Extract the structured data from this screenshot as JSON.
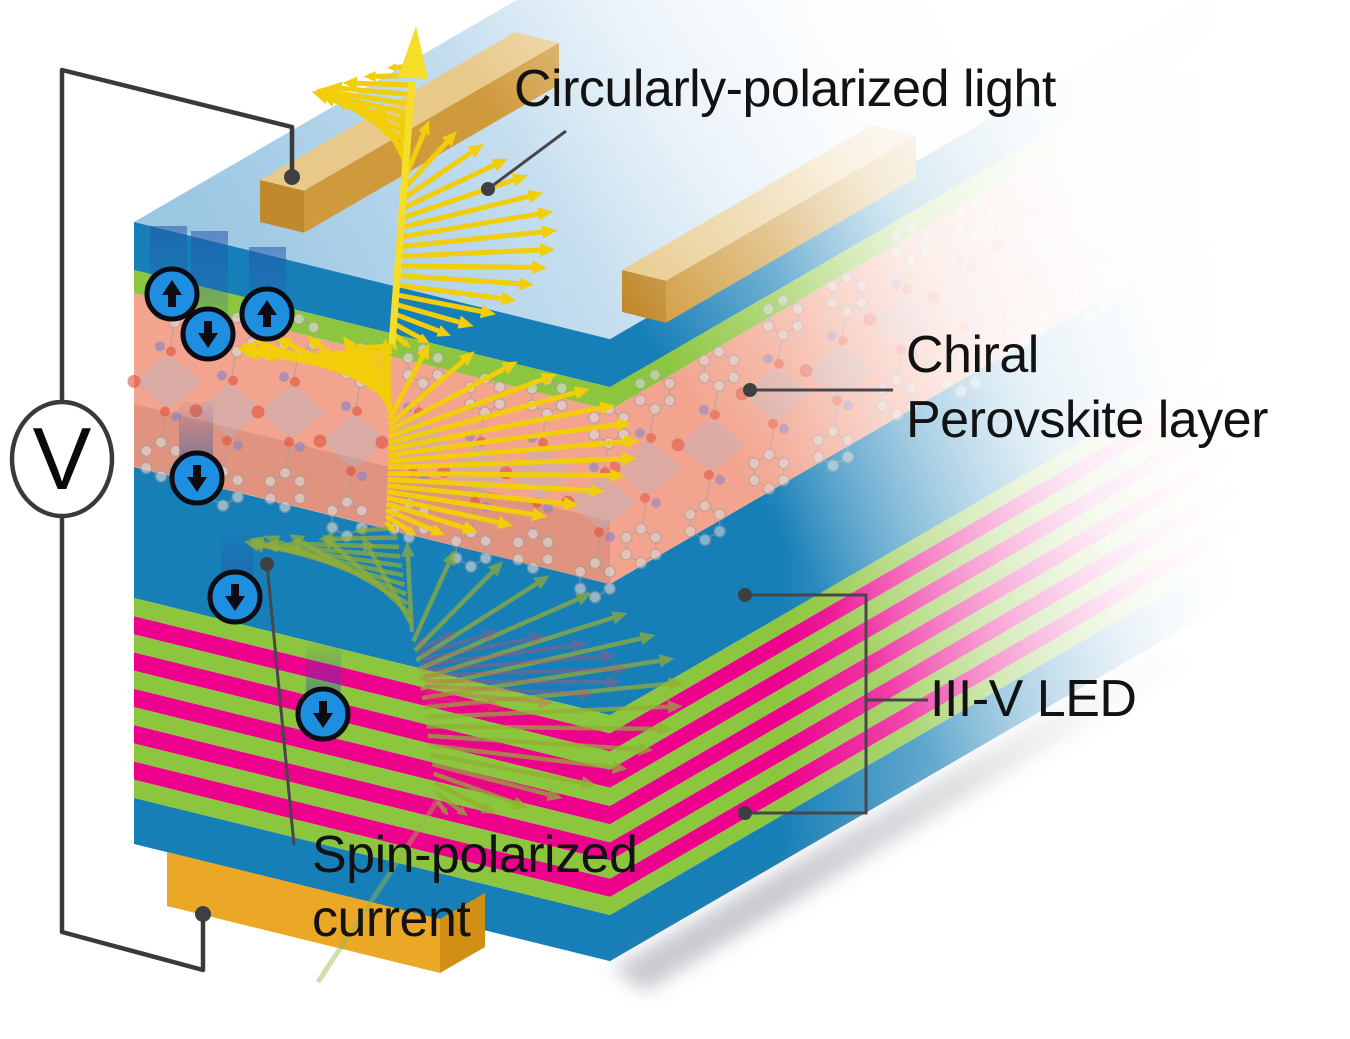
{
  "labels": {
    "circularly_polarized_light": "Circularly-polarized light",
    "chiral_line1": "Chiral",
    "chiral_line2": "Perovskite layer",
    "iii_v_led": "III-V LED",
    "spin_line1": "Spin-polarized",
    "spin_line2": "current",
    "voltmeter": "V"
  },
  "icons": {
    "voltmeter-icon": "letter V inside circle",
    "spin-up-icon": "black up arrow in blue circle",
    "spin-down-icon": "black down arrow in blue circle",
    "helix-icon": "helical fan of yellow arrows (circularly polarized light)",
    "light-emission-icon": "straight yellow up arrow",
    "connection-dot-icon": "filled dark circle on wire / leader line"
  },
  "colors": {
    "face_blue": "#177fb7",
    "green": "#8cc63e",
    "salmon": "#f2a48e",
    "magenta": "#ec008c",
    "gold_top": "#e8c98a",
    "gold_side": "#cf9a3c",
    "gold_end": "#c1892c",
    "slab_gold": "#eba827",
    "slab_gold_end": "#d18f16",
    "helix_yellow": "#f2cd0a",
    "helix_green": "#93ad35",
    "helix_red": "#e04a66",
    "big_arrow_yellow": "#f6de28",
    "spin_circle": "#1e8fe0",
    "wire": "#3a3a3c",
    "leader": "#47474a",
    "text": "#121212",
    "octahedra": "#b0b5cc",
    "atom_red": "#df5340",
    "atom_blue": "#8a83cb",
    "atom_gray": "#dcdcdc",
    "bond": "#a59e9e",
    "band_blue": "#2355aa"
  },
  "device": {
    "layers": [
      {
        "name": "blue-top-layer",
        "color_key": "face_blue",
        "thickness": 48
      },
      {
        "name": "green-layer",
        "color_key": "green",
        "thickness": 23
      },
      {
        "name": "chiral-perovskite-layer",
        "color_key": "salmon",
        "thickness": 174
      },
      {
        "name": "blue-middle-layer",
        "color_key": "face_blue",
        "thickness": 131
      },
      {
        "name": "quantum-well-stack",
        "stripes": {
          "count": 11,
          "colors": [
            "green",
            "magenta"
          ]
        },
        "thickness": 200
      },
      {
        "name": "blue-bottom-layer",
        "color_key": "face_blue",
        "thickness": 46
      }
    ]
  },
  "spin_arrows": [
    "up",
    "down",
    "up",
    "down",
    "down",
    "down"
  ]
}
